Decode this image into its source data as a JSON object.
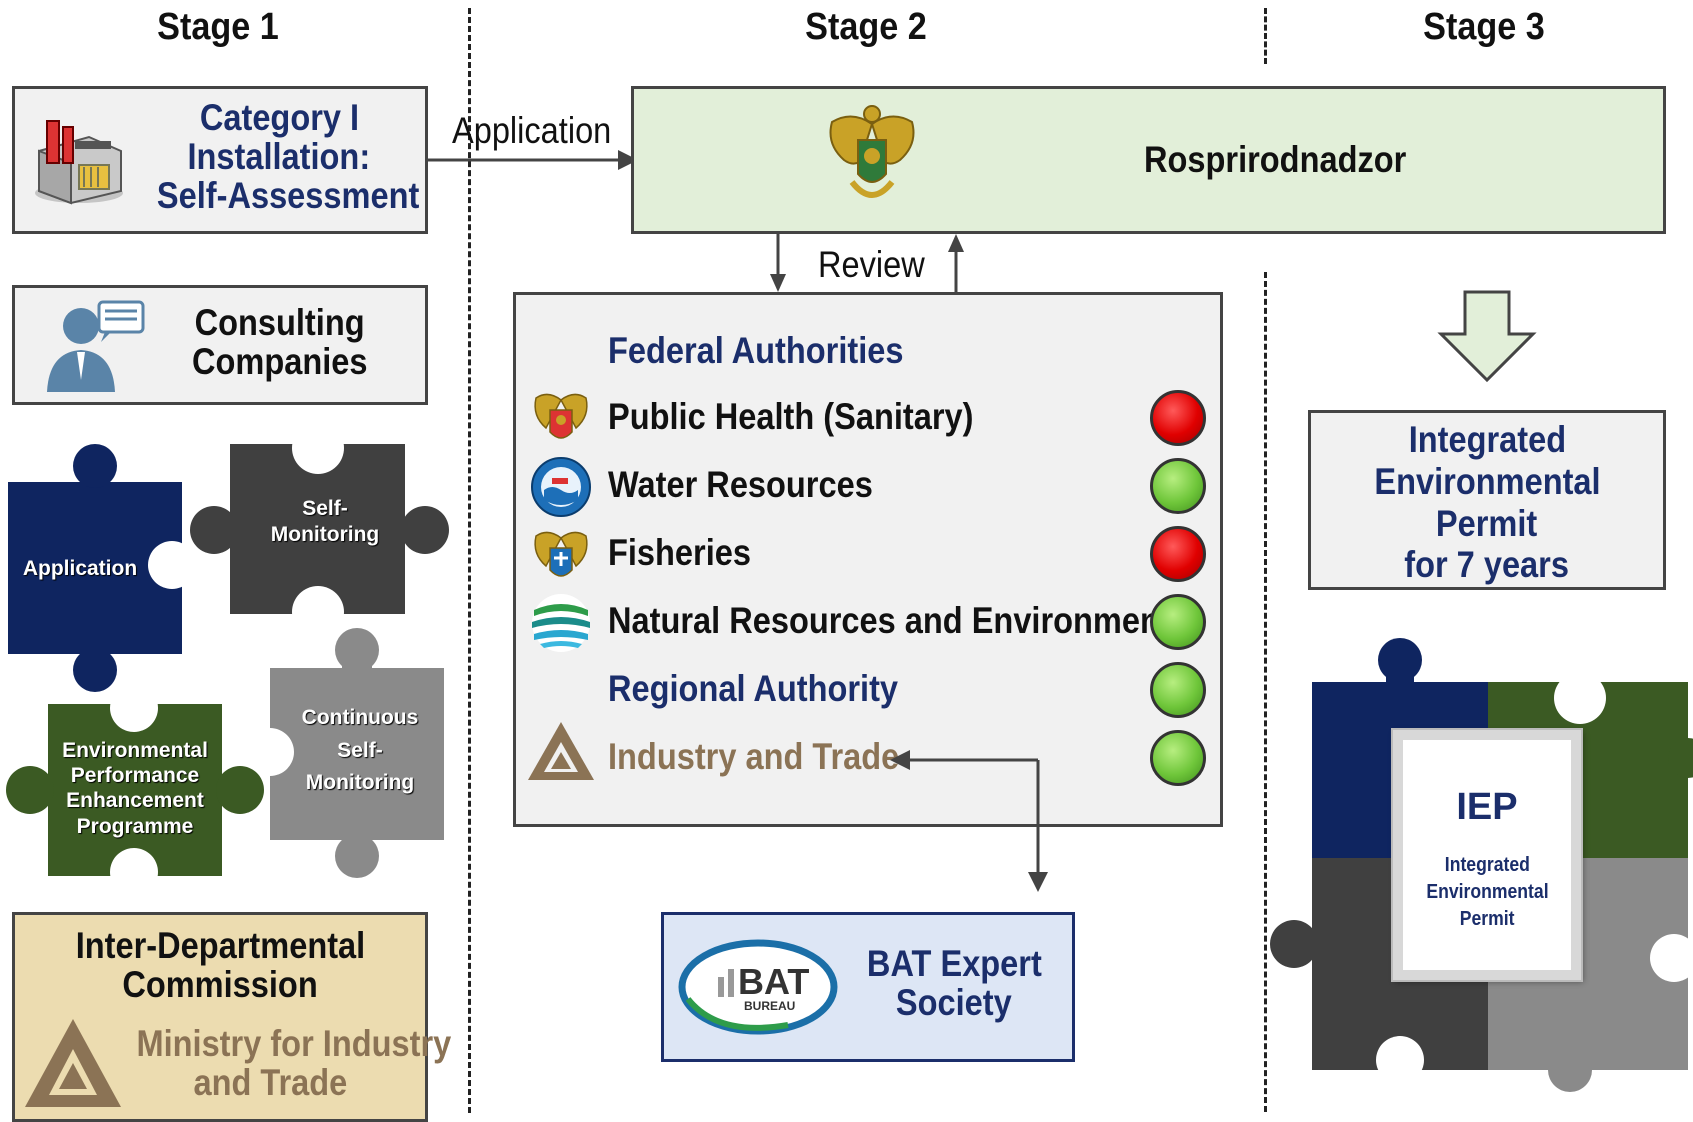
{
  "stages": [
    "Stage 1",
    "Stage 2",
    "Stage 3"
  ],
  "category_box": {
    "line1": "Category I",
    "line2": "Installation:",
    "line3": "Self-Assessment",
    "icon": "factory-icon"
  },
  "consulting_box": {
    "line1": "Consulting",
    "line2": "Companies",
    "icon": "consultant-icon"
  },
  "puzzle": {
    "application": "Application",
    "self_monitoring": [
      "Self-",
      "Monitoring"
    ],
    "eepep": [
      "Environmental",
      "Performance",
      "Enhancement",
      "Programme"
    ],
    "continuous": [
      "Continuous",
      "Self-",
      "Monitoring"
    ]
  },
  "commission_box": {
    "line1": "Inter-Departmental",
    "line2": "Commission",
    "ministry1": "Ministry for Industry",
    "ministry2": "and Trade",
    "logo": "ministry-triangle-logo"
  },
  "arrows": {
    "application": "Application",
    "review": "Review"
  },
  "rosprirodnadzor": {
    "label": "Rosprirodnadzor",
    "emblem": "double-headed-eagle-emblem",
    "fill": "#e2efd9"
  },
  "authorities": {
    "federal_heading": "Federal Authorities",
    "regional_heading": "Regional Authority",
    "rows": [
      {
        "label": "Public Health (Sanitary)",
        "status": "red",
        "icon": "eagle-emblem-icon"
      },
      {
        "label": "Water Resources",
        "status": "green",
        "icon": "water-agency-icon"
      },
      {
        "label": "Fisheries",
        "status": "red",
        "icon": "fisheries-emblem-icon"
      },
      {
        "label": "Natural Resources and Environment",
        "status": "green",
        "icon": "waves-logo-icon"
      },
      {
        "label": "",
        "status": "green",
        "icon": ""
      },
      {
        "label": "Industry and Trade",
        "status": "green",
        "icon": "ministry-triangle-icon"
      }
    ],
    "colors": {
      "red": "#e00000",
      "green": "#6fc63a",
      "heading": "#1b2e6b",
      "industry": "#8b7355"
    }
  },
  "bat_box": {
    "logo_main": "BAT",
    "logo_sub": "BUREAU",
    "line1": "BAT Expert",
    "line2": "Society",
    "fill": "#dde6f5"
  },
  "permit_box": {
    "line1": "Integrated",
    "line2": "Environmental",
    "line3": "Permit",
    "line4": "for 7 years"
  },
  "iep_card": {
    "title": "IEP",
    "line1": "Integrated",
    "line2": "Environmental",
    "line3": "Permit"
  }
}
